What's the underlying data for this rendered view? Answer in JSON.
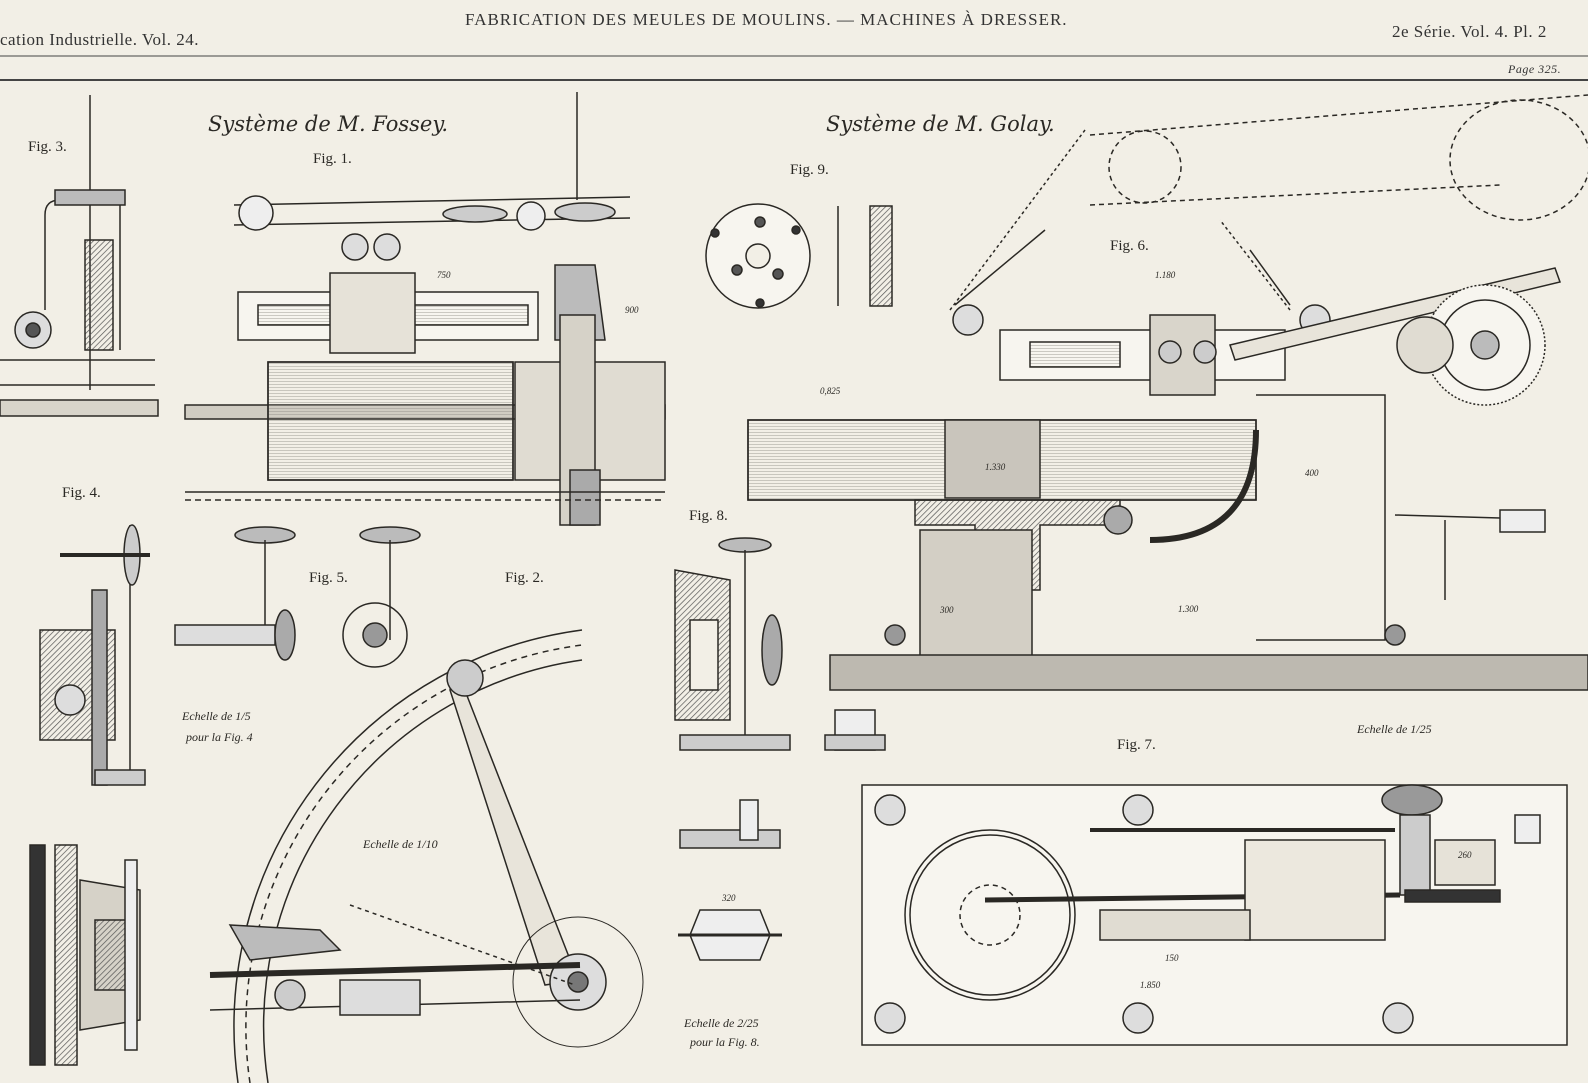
{
  "header": {
    "left": "cation Industrielle. Vol. 24.",
    "title": "FABRICATION DES MEULES DE MOULINS. — MACHINES À DRESSER.",
    "right": "2e Série. Vol. 4. Pl. 2",
    "page": "Page 325."
  },
  "systems": {
    "fossey": "Système de M. Fossey.",
    "golay": "Système de M. Golay."
  },
  "figures": {
    "fig1": "Fig. 1.",
    "fig2": "Fig. 2.",
    "fig3": "Fig. 3.",
    "fig4": "Fig. 4.",
    "fig5": "Fig. 5.",
    "fig6": "Fig. 6.",
    "fig7": "Fig. 7.",
    "fig8": "Fig. 8.",
    "fig9": "Fig. 9."
  },
  "scales": {
    "fig4_line1": "Echelle de 1/5",
    "fig4_line2": "pour la Fig. 4",
    "fig2": "Echelle de 1/10",
    "fig8_line1": "Echelle de 2/25",
    "fig8_line2": "pour la Fig. 8.",
    "fig6": "Echelle de 1/25"
  },
  "dimensions": {
    "d_750": "750",
    "d_900": "900",
    "d_0825": "0,825",
    "d_1180": "1.180",
    "d_1330": "1.330",
    "d_1300": "1.300",
    "d_1850": "1.850",
    "d_400": "400",
    "d_300": "300",
    "d_260": "260",
    "d_150": "150",
    "d_320": "320"
  },
  "colors": {
    "paper": "#f2efe6",
    "ink": "#2a2824",
    "hatch": "#6e6b66",
    "shade": "#c9c5bc"
  }
}
